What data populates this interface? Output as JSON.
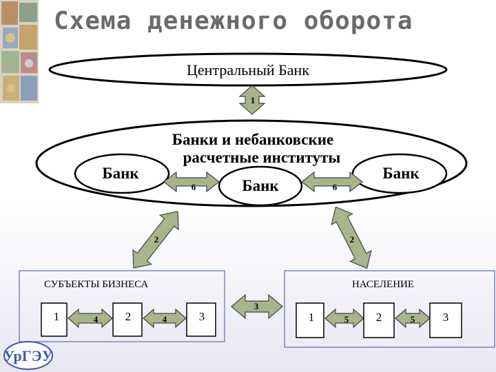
{
  "title": "Схема денежного оборота",
  "central_bank": "Центральный Банк",
  "arrow_cb": "1",
  "banks_group": {
    "label_line1": "Банки и небанковские",
    "label_line2": "расчетные институты",
    "bank_left": "Банк",
    "bank_center": "Банк",
    "bank_right": "Банк",
    "arrow_left": "6",
    "arrow_right": "6"
  },
  "arrow_business": "2",
  "arrow_population": "2",
  "business": {
    "title": "СУБЪЕКТЫ БИЗНЕСА",
    "box1": "1",
    "arrow1": "4",
    "box2": "2",
    "arrow2": "4",
    "box3": "3"
  },
  "arrow_between": "3",
  "population": {
    "title": "НАСЕЛЕНИЕ",
    "box1": "1",
    "arrow1": "5",
    "box2": "2",
    "arrow2": "5",
    "box3": "3"
  },
  "logo_text": "УрГЭУ",
  "colors": {
    "arrow_fill": "#a8b48c",
    "box_fill": "#ffffff",
    "frame_stroke": "#5b6fb0",
    "title_color": "#6b6b6b",
    "logo_color": "#3f5bb0"
  }
}
